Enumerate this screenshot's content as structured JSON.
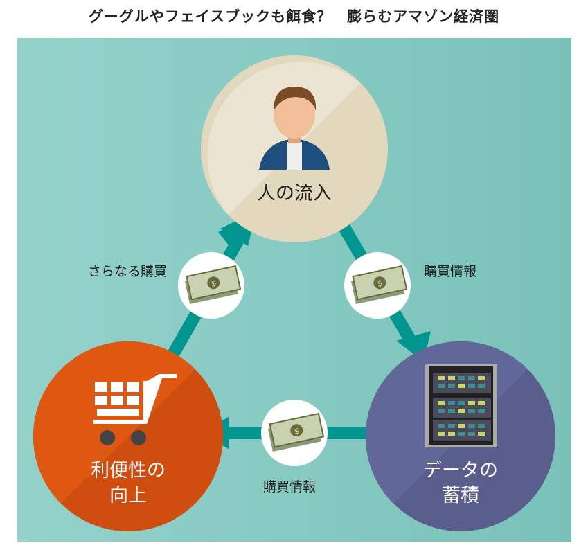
{
  "title": "グーグルやフェイスブックも餌食？　膨らむアマゾン経済圏",
  "nodes": {
    "people": {
      "label": "人の流入",
      "icon": "person-icon"
    },
    "data": {
      "line1": "データの",
      "line2": "蓄積",
      "icon": "server-icon"
    },
    "convenience": {
      "line1": "利便性の",
      "line2": "向上",
      "icon": "shopping-cart-icon"
    }
  },
  "edges": {
    "people_to_data": "購買情報",
    "data_to_convenience": "購買情報",
    "convenience_to_people": "さらなる購買"
  },
  "colors": {
    "panel": "#8ecfc6",
    "arrow": "#00958e",
    "people": "#e6dec8",
    "data": "#5f6496",
    "convenience": "#d9520f"
  }
}
